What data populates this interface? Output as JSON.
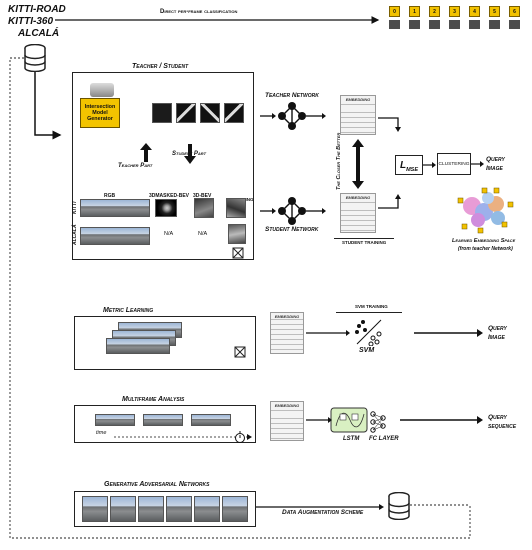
{
  "datasets": {
    "line1": "KITTI-ROAD",
    "line2": "KITTI-360",
    "line3": "ALCALÁ"
  },
  "top": {
    "arrow_label": "Direct per-frame classification",
    "classes": [
      "0",
      "1",
      "2",
      "3",
      "4",
      "5",
      "6"
    ]
  },
  "teacher_student": {
    "section_title": "Teacher / Student",
    "generator": "Intersection Model Generator",
    "teacher_part": "Teacher Part",
    "student_part": "Student Part",
    "teacher_network": "Teacher Network",
    "student_network": "Student Network",
    "embedding": "EMBEDDING",
    "closer_text": "The Closer The Better",
    "student_training": "STUDENT TRAINING",
    "loss": "L",
    "loss_sub": "MSE",
    "clustering": "CLUSTERING",
    "query_image": "Query Image",
    "col_rgb": "RGB",
    "col_masked": "3DMASKED-BEV",
    "col_bev": "3D-BEV",
    "col_warping": "WARPING",
    "row_kitti": "KITTI",
    "row_alcala": "ALCALÁ",
    "na1": "N/A",
    "na2": "N/A",
    "learned_title": "Learned Embedding Space",
    "learned_sub": "(from teacher Network)"
  },
  "metric": {
    "title": "Metric Learning",
    "embedding": "EMBEDDING",
    "svm_training": "SVM TRAINING",
    "svm": "SVM",
    "query": "Query Image"
  },
  "multiframe": {
    "title": "Multiframe Analysis",
    "embedding": "EMBEDDING",
    "time": "time",
    "lstm": "LSTM",
    "fc": "FC LAYER",
    "query": "Query sequence"
  },
  "gan": {
    "title": "Generative Adversarial Networks",
    "aug": "Data Augmentation Scheme"
  },
  "colors": {
    "generator": "#f3c400",
    "class_pill": "#f2c200",
    "lstm": "#d9f0c2"
  }
}
